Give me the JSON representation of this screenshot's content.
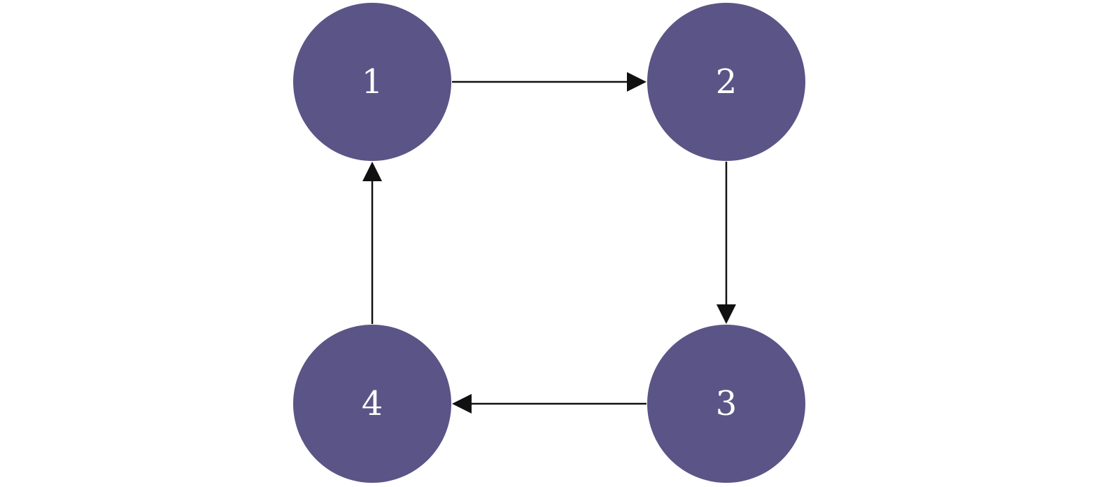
{
  "diagram": {
    "type": "directed-cycle-graph",
    "colors": {
      "node_fill": "#5b5486",
      "node_label": "#ffffff",
      "edge": "#111111",
      "background": "#ffffff"
    },
    "nodes": [
      {
        "id": "1",
        "label": "1"
      },
      {
        "id": "2",
        "label": "2"
      },
      {
        "id": "3",
        "label": "3"
      },
      {
        "id": "4",
        "label": "4"
      }
    ],
    "edges": [
      {
        "from": "1",
        "to": "2"
      },
      {
        "from": "2",
        "to": "3"
      },
      {
        "from": "3",
        "to": "4"
      },
      {
        "from": "4",
        "to": "1"
      }
    ]
  }
}
